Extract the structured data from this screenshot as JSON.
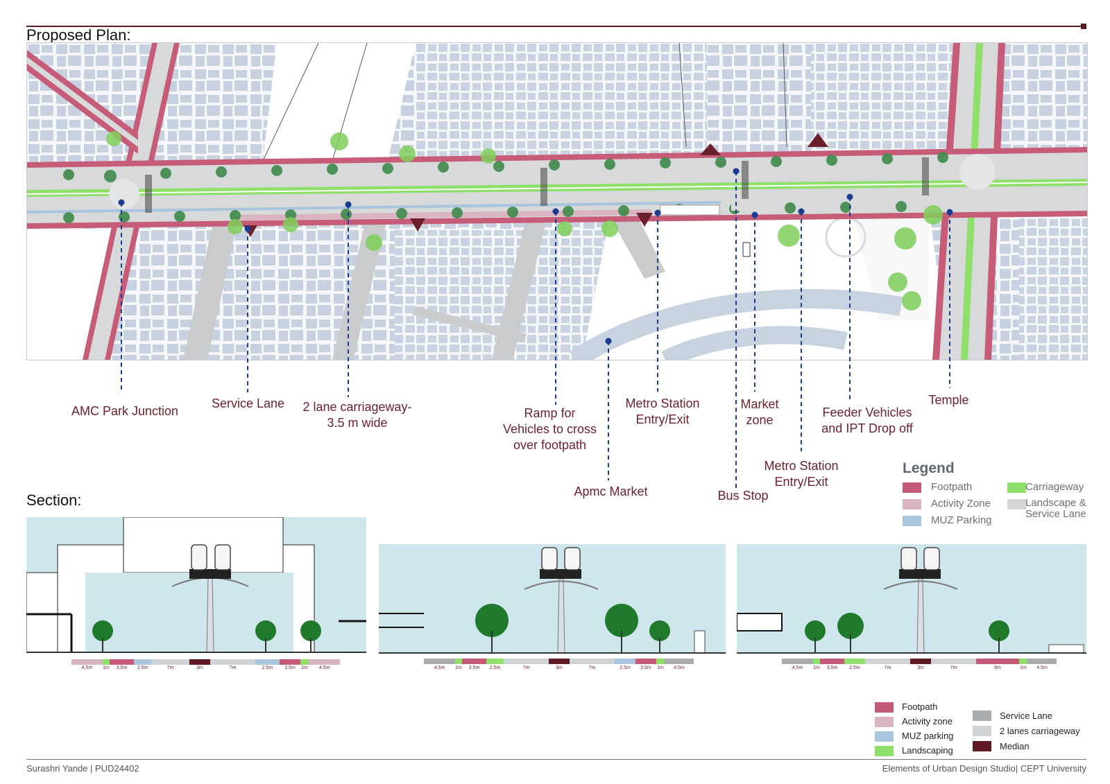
{
  "headings": {
    "plan": "Proposed Plan:",
    "section": "Section:"
  },
  "callouts": [
    {
      "id": "amc",
      "text": "AMC Park Junction"
    },
    {
      "id": "service",
      "text": "Service Lane"
    },
    {
      "id": "carriage",
      "text": "2 lane carriageway-\n3.5 m wide"
    },
    {
      "id": "ramp",
      "text": "Ramp for\nVehicles to cross\nover footpath"
    },
    {
      "id": "apmc",
      "text": "Apmc Market"
    },
    {
      "id": "metro1",
      "text": "Metro Station\nEntry/Exit"
    },
    {
      "id": "bus",
      "text": "Bus Stop"
    },
    {
      "id": "market",
      "text": "Market\nzone"
    },
    {
      "id": "metro2",
      "text": "Metro Station\nEntry/Exit"
    },
    {
      "id": "feeder",
      "text": "Feeder Vehicles\nand IPT Drop off"
    },
    {
      "id": "temple",
      "text": "Temple"
    }
  ],
  "legend": {
    "title": "Legend",
    "items": [
      {
        "label": "Footpath",
        "color": "#c45a78"
      },
      {
        "label": "Activity Zone",
        "color": "#dab5c1"
      },
      {
        "label": "MUZ Parking",
        "color": "#a9c4df"
      },
      {
        "label": "Carriageway",
        "color": "#8ee06a"
      },
      {
        "label": "Landscape &\nService Lane",
        "color": "#d4d6d8"
      }
    ]
  },
  "sections": [
    {
      "labels": [
        "4.5m",
        "1m",
        "3.5m",
        "2.5m",
        "7m",
        "3m",
        "7m",
        "2.5m",
        "3.5m",
        "1m",
        "4.5m"
      ]
    },
    {
      "labels": [
        "4.5m",
        "1m",
        "3.5m",
        "2.5m",
        "7m",
        "3m",
        "7m",
        "2.5m",
        "3.5m",
        "1m",
        "4.5m"
      ]
    },
    {
      "labels": [
        "4.5m",
        "1m",
        "3.5m",
        "2.5m",
        "7m",
        "3m",
        "7m",
        "6m",
        "1m",
        "4.5m"
      ]
    }
  ],
  "bottom_legend": [
    {
      "label": "Footpath",
      "color": "#c45a78"
    },
    {
      "label": "Activity zone",
      "color": "#dab5c1"
    },
    {
      "label": "MUZ parking",
      "color": "#a9c4df"
    },
    {
      "label": "Landscaping",
      "color": "#8ee06a"
    },
    {
      "label": "Service Lane",
      "color": "#a8acae"
    },
    {
      "label": "2 lanes carriageway",
      "color": "#d0d3d5"
    },
    {
      "label": "Median",
      "color": "#5e1a22"
    }
  ],
  "footer": {
    "left": "Surashri Yande | PUD24402",
    "right": "Elements of Urban Design Studio| CEPT University"
  }
}
